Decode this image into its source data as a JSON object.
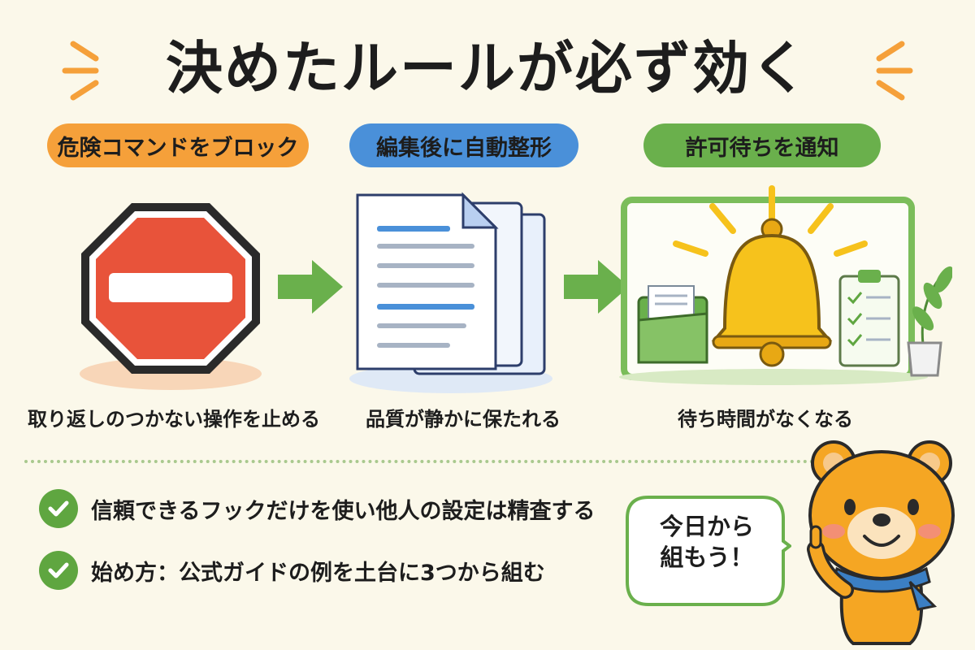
{
  "title": "決めたルールが必ず効く",
  "colors": {
    "orange": "#f5a03a",
    "blue": "#4a90d9",
    "green": "#6ab04c",
    "red": "#e8533a",
    "yellow": "#f6c21c",
    "background": "#fbf8ea"
  },
  "steps": [
    {
      "label": "危険コマンドをブロック",
      "caption": "取り返しのつかない操作を止める",
      "icon": "stop-sign-icon"
    },
    {
      "label": "編集後に自動整形",
      "caption": "品質が静かに保たれる",
      "icon": "document-stack-icon"
    },
    {
      "label": "許可待ちを通知",
      "caption": "待ち時間がなくなる",
      "icon": "bell-notification-icon"
    }
  ],
  "bullets": [
    "信頼できるフックだけを使い他人の設定は精査する",
    "始め方：公式ガイドの例を土台に3つから組む"
  ],
  "speech_bubble": {
    "line1": "今日から",
    "line2": "組もう！"
  },
  "mascot_icon": "bear-mascot-icon"
}
